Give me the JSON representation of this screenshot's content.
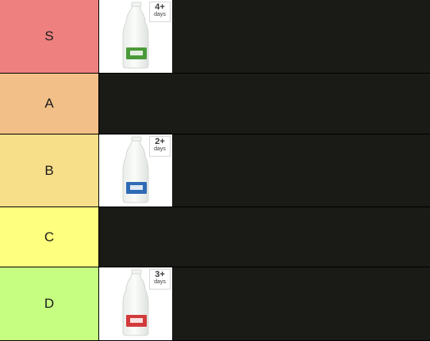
{
  "tiers": [
    {
      "label": "S",
      "color": "#ef8080",
      "items": [
        {
          "icon": "milk-bottle-green-label",
          "label_color": "#4a9a3a",
          "badge": {
            "number": "4+",
            "unit": "days"
          }
        }
      ]
    },
    {
      "label": "A",
      "color": "#f1bf87",
      "items": []
    },
    {
      "label": "B",
      "color": "#f7de88",
      "items": [
        {
          "icon": "milk-bottle-blue-label",
          "label_color": "#2f6bb5",
          "badge": {
            "number": "2+",
            "unit": "days"
          }
        }
      ]
    },
    {
      "label": "C",
      "color": "#fefe7f",
      "items": []
    },
    {
      "label": "D",
      "color": "#c5fe80",
      "items": [
        {
          "icon": "milk-bottle-red-label",
          "label_color": "#d23a3a",
          "badge": {
            "number": "3+",
            "unit": "days"
          }
        }
      ]
    }
  ]
}
